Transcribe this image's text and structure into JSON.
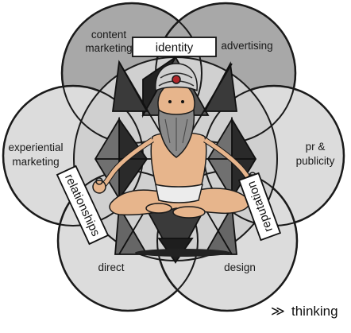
{
  "petals": {
    "content_marketing": [
      "content",
      "marketing"
    ],
    "advertising": "advertising",
    "experiential_marketing": [
      "experiential",
      "marketing"
    ],
    "pr_publicity": [
      "pr &",
      "publicity"
    ],
    "direct": "direct",
    "design": "design"
  },
  "boxes": {
    "identity": "identity",
    "relationships": "relationships",
    "reputation": "reputation"
  },
  "brand": {
    "mark": "≫",
    "word": "thinking"
  },
  "colors": {
    "petal_dark": "#a6a6a6",
    "petal_light": "#dcdcdc",
    "star_dark": "#2d2d2d",
    "skin": "#e7b58c",
    "turban": "#cfcfcf",
    "jewel": "#b0262a"
  }
}
